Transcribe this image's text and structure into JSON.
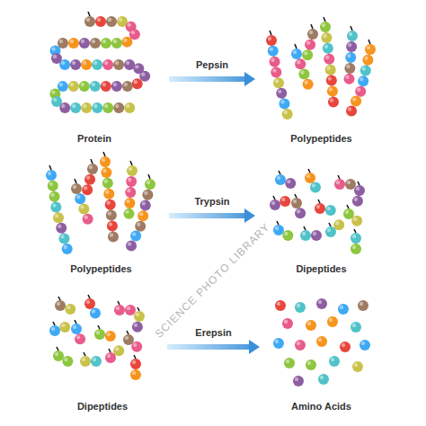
{
  "diagram": {
    "nodes": [
      {
        "text": [
          "Protein"
        ]
      },
      {
        "text": [
          "Polypeptides"
        ]
      },
      {
        "text": [
          "Polypeptides"
        ]
      },
      {
        "text": [
          "Dipeptides"
        ]
      },
      {
        "text": [
          "Dipeptides"
        ]
      },
      {
        "text": [
          "Amino Acids"
        ]
      }
    ],
    "edges": [
      {
        "from": 0,
        "to": 1,
        "label": "Pepsin",
        "arrow": "to"
      },
      {
        "from": 2,
        "to": 3,
        "label": "Trypsin",
        "arrow": "to"
      },
      {
        "from": 4,
        "to": 5,
        "label": "Erepsin",
        "arrow": "to"
      }
    ],
    "labels": [
      "SCIENCE PHOTO LIBRARY"
    ]
  }
}
